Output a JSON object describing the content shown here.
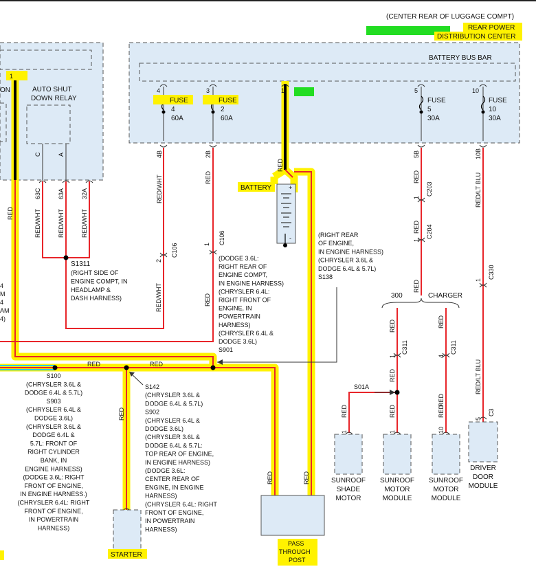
{
  "header": {
    "location": "(CENTER REAR OF LUGGAGE COMPT)",
    "rpdc_line1": "REAR POWER",
    "rpdc_line2": "DISTRIBUTION CENTER",
    "bus_bar": "BATTERY BUS BAR"
  },
  "left_box": {
    "pin": "1",
    "text_on": "ON",
    "asd_line1": "AUTO SHUT",
    "asd_line2": "DOWN RELAY",
    "pin_c": "C",
    "pin_a": "A"
  },
  "left_fragments": [
    "4",
    "M",
    "4",
    "AM",
    "4)"
  ],
  "fuses": [
    {
      "pin": "4",
      "label": "FUSE",
      "num": "4",
      "amps": "60A",
      "out_pin": "4B",
      "wire": "RED/WHT"
    },
    {
      "pin": "3",
      "label": "FUSE",
      "num": "2",
      "amps": "60A",
      "out_pin": "2B",
      "wire": "RED"
    },
    {
      "pin": "5",
      "label": "FUSE",
      "num": "5",
      "amps": "30A",
      "out_pin": "5B",
      "wire": "RED"
    },
    {
      "pin": "10",
      "label": "FUSE",
      "num": "10",
      "amps": "30A",
      "out_pin": "10B",
      "wire": "RED/LT BLU"
    }
  ],
  "bus_pin": "1",
  "relay_wires": [
    {
      "pin": "63C",
      "color": "RED/WHT"
    },
    {
      "pin": "63A",
      "color": "RED/WHT"
    },
    {
      "pin": "32A",
      "color": "RED/WHT"
    }
  ],
  "battery": {
    "label": "BATTERY",
    "wire": "RED",
    "plus": "+",
    "minus": "-"
  },
  "left_red": "RED",
  "s1311": {
    "id": "S1311",
    "lines": [
      "(RIGHT SIDE OF",
      "ENGINE COMPT, IN",
      "HEADLAMP &",
      "DASH HARNESS)"
    ]
  },
  "c106": {
    "name": "C106",
    "pin_a": "2",
    "pin_b": "1",
    "wire_a": "RED/WHT",
    "wire_b": "RED"
  },
  "note_dodge": [
    "(DODGE 3.6L:",
    "RIGHT REAR OF",
    "ENGINE COMPT,",
    "IN ENGINE HARNESS)",
    "(CHRYSLER 6.4L:",
    "RIGHT FRONT OF",
    "ENGINE, IN",
    "POWERTRAIN",
    "HARNESS)",
    "(CHRYSLER 6.4L &",
    "DODGE 3.6L)",
    "S901"
  ],
  "s138": {
    "lines": [
      "(RIGHT REAR",
      "OF ENGINE,",
      "IN ENGINE HARNESS)",
      "(CHRYSLER 3.6L &",
      "DODGE 6.4L & 5.7L)",
      "S138"
    ]
  },
  "horiz_wires": [
    "RED",
    "RED"
  ],
  "s100": {
    "lines": [
      "S100",
      "(CHRYSLER 3.6L &",
      "DODGE 6.4L & 5.7L)",
      "S903",
      "(CHRYSLER 6.4L &",
      "DODGE 3.6L)",
      "(CHRYSLER 3.6L &",
      "DODGE 6.4L &",
      "5.7L: FRONT OF",
      "RIGHT CYLINDER",
      "BANK, IN",
      "ENGINE HARNESS)",
      "(DODGE 3.6L: RIGHT",
      "FRONT OF ENGINE,",
      "IN ENGINE HARNESS.)",
      "(CHRYSLER 6.4L: RIGHT",
      "FRONT OF ENGINE,",
      "IN POWERTRAIN",
      "HARNESS)"
    ]
  },
  "s142": {
    "lines": [
      "S142",
      "(CHRYSLER 3.6L &",
      "DODGE 6.4L & 5.7L)",
      "S902",
      "(CHRYSLER 6.4L &",
      "DODGE 3.6L)",
      "(CHRYSLER 3.6L &",
      "DODGE 6.4L & 5.7L:",
      "TOP REAR OF ENGINE,",
      "IN ENGINE HARNESS)",
      "(DODGE 3.6L:",
      "CENTER REAR OF",
      "ENGINE, IN ENGINE",
      "HARNESS)",
      "(CHRYSLER 6.4L: RIGHT",
      "FRONT OF ENGINE,",
      "IN POWERTRAIN",
      "HARNESS)"
    ]
  },
  "starter": {
    "label": "STARTER",
    "wire": "RED"
  },
  "pass_through": {
    "line1": "PASS",
    "line2": "THROUGH",
    "line3": "POST",
    "wire_a": "RED",
    "wire_b": "RED"
  },
  "connectors": {
    "c203": "C203",
    "c203_pin": "1",
    "c204": "C204",
    "c204_pin": "1",
    "c330": "C330",
    "c330_pin": "1",
    "c311_a": "C311",
    "c311_a_pin": "1",
    "c311_b": "C311",
    "c311_b_pin": "4",
    "c3": "C3",
    "c3_pin": "5"
  },
  "charger": {
    "left_code": "300",
    "label": "CHARGER"
  },
  "s01a": "S01A",
  "wire_labels": {
    "red": "RED",
    "rdltblu": "RED/LT BLU"
  },
  "modules": [
    {
      "name_lines": [
        "SUNROOF",
        "SHADE",
        "MOTOR"
      ],
      "pin": "1"
    },
    {
      "name_lines": [
        "SUNROOF",
        "MOTOR",
        "MODULE"
      ],
      "pin": "1"
    },
    {
      "name_lines": [
        "SUNROOF",
        "MOTOR",
        "MODULE"
      ],
      "pin": "10"
    },
    {
      "name_lines": [
        "DRIVER",
        "DOOR",
        "MODULE"
      ],
      "pin": "5"
    }
  ],
  "colors": {
    "highlight": "#fff200",
    "wire": "#e8252a",
    "box_fill": "#ddeaf6",
    "green": "#22dd22",
    "cyan": "#30c8e0"
  }
}
